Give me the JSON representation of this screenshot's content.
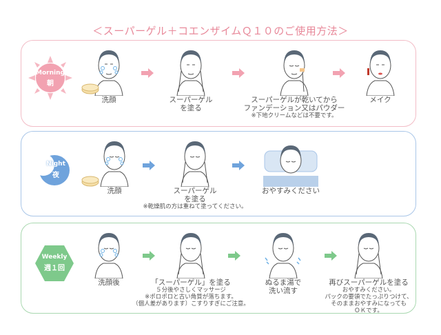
{
  "title": "＜スーパーゲル＋コエンザイムＱ１０のご使用方法＞",
  "colors": {
    "pink": "#f2a2b1",
    "blue": "#6fa3dc",
    "green": "#7ec98b",
    "title": "#e8899a"
  },
  "morning": {
    "badge_en": "Morning",
    "badge_jp": "朝",
    "steps": [
      {
        "line1": "洗顔",
        "line2": ""
      },
      {
        "line1": "スーパーゲル",
        "line2": "を塗る"
      },
      {
        "line1": "スーパーゲルが乾いてから",
        "line2": "ファンデーション又はパウダー"
      },
      {
        "line1": "メイク",
        "line2": ""
      }
    ],
    "note": "※下地クリームなどは不要です。"
  },
  "night": {
    "badge_en": "Night",
    "badge_jp": "夜",
    "steps": [
      {
        "line1": "洗顔",
        "line2": ""
      },
      {
        "line1": "スーパーゲル",
        "line2": "を塗る"
      },
      {
        "line1": "おやすみください",
        "line2": ""
      }
    ],
    "note": "※乾燥肌の方は重ねて塗ってください。"
  },
  "weekly": {
    "badge_en": "Weekly",
    "badge_jp": "週１回",
    "steps": [
      {
        "line1": "洗顔後",
        "line2": ""
      },
      {
        "line1": "「スーパーゲル」を塗る",
        "line2": "５分後やさしくマッサージ"
      },
      {
        "line1": "ぬるま湯で",
        "line2": "洗い流す"
      },
      {
        "line1": "再びスーパーゲルを塗る",
        "line2": "おやすみください。"
      }
    ],
    "notes_step2": [
      "※ポロポロと古い角質が落ちます。",
      "（個人差があります）こすりすぎにご注意。"
    ],
    "notes_step4": [
      "パックの要領でたっぷりつけて、",
      "そのままおやすみになっても",
      "ＯＫです。"
    ]
  }
}
